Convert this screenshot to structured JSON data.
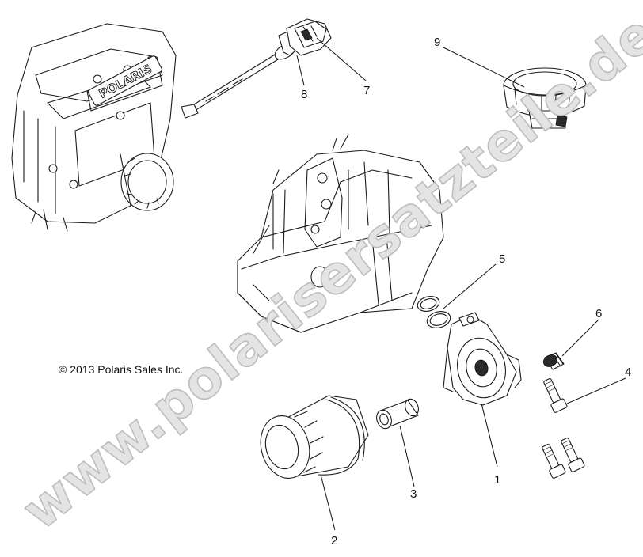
{
  "copyright": "© 2013 Polaris Sales Inc.",
  "watermark": "www.polarisersatzteile.de",
  "badge_text": "POLARIS",
  "callouts": [
    "1",
    "2",
    "3",
    "4",
    "5",
    "6",
    "7",
    "8",
    "9"
  ],
  "colors": {
    "line": "#1a1a1a",
    "watermark_fill": "#e4e4e4",
    "watermark_stroke": "#bdbdbd",
    "background": "#ffffff"
  }
}
